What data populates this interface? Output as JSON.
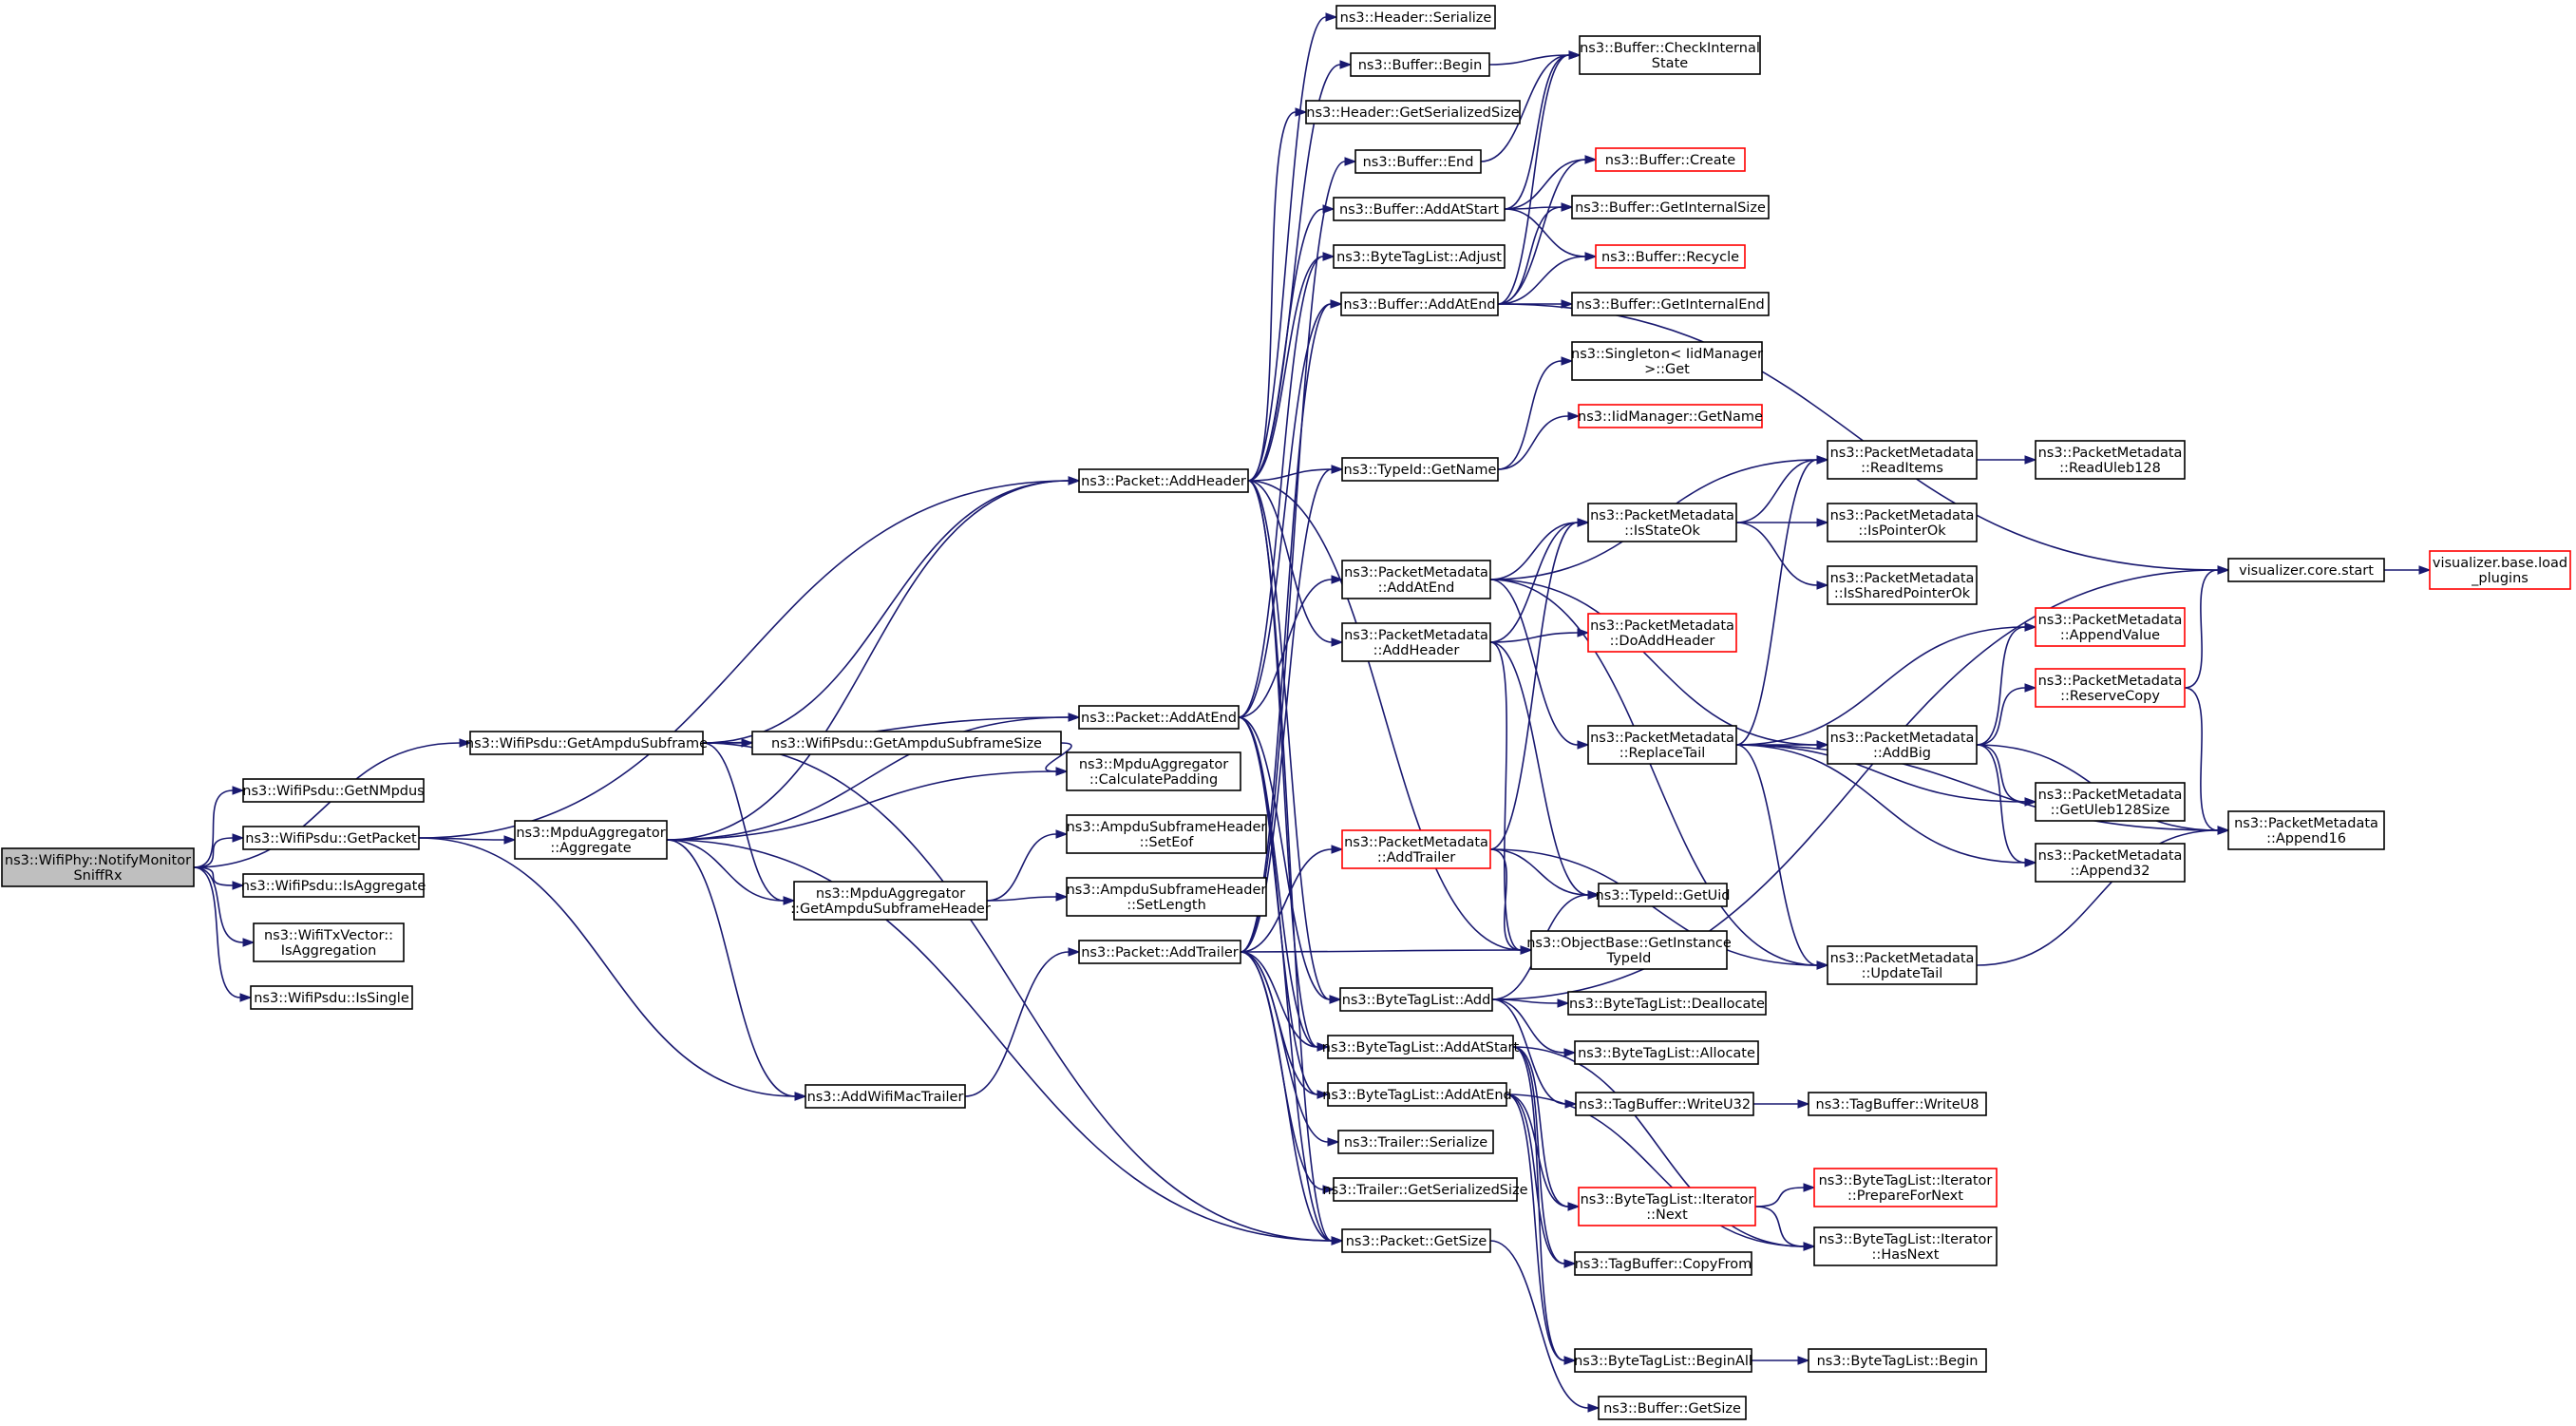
{
  "nodes": [
    {
      "id": "root",
      "lines": [
        "ns3::WifiPhy::NotifyMonitor",
        "SniffRx"
      ],
      "style": "root"
    },
    {
      "id": "getAmpduSubframe",
      "lines": [
        "ns3::WifiPsdu::GetAmpduSubframe"
      ],
      "style": "normal"
    },
    {
      "id": "getNMpdus",
      "lines": [
        "ns3::WifiPsdu::GetNMpdus"
      ],
      "style": "normal"
    },
    {
      "id": "getPacket",
      "lines": [
        "ns3::WifiPsdu::GetPacket"
      ],
      "style": "normal"
    },
    {
      "id": "isAggregate",
      "lines": [
        "ns3::WifiPsdu::IsAggregate"
      ],
      "style": "normal"
    },
    {
      "id": "txIsAggregation",
      "lines": [
        "ns3::WifiTxVector::",
        "IsAggregation"
      ],
      "style": "normal"
    },
    {
      "id": "isSingle",
      "lines": [
        "ns3::WifiPsdu::IsSingle"
      ],
      "style": "normal"
    },
    {
      "id": "getAmpduSubframeSize",
      "lines": [
        "ns3::WifiPsdu::GetAmpduSubframeSize"
      ],
      "style": "normal"
    },
    {
      "id": "mpduAggregate",
      "lines": [
        "ns3::MpduAggregator",
        "::Aggregate"
      ],
      "style": "normal"
    },
    {
      "id": "addWifiMacTrailer",
      "lines": [
        "ns3::AddWifiMacTrailer"
      ],
      "style": "normal"
    },
    {
      "id": "packetAddHeader",
      "lines": [
        "ns3::Packet::AddHeader"
      ],
      "style": "normal"
    },
    {
      "id": "packetAddAtEnd",
      "lines": [
        "ns3::Packet::AddAtEnd"
      ],
      "style": "normal"
    },
    {
      "id": "calcPadding",
      "lines": [
        "ns3::MpduAggregator",
        "::CalculatePadding"
      ],
      "style": "normal"
    },
    {
      "id": "getAmpduSubframeHeader",
      "lines": [
        "ns3::MpduAggregator",
        "::GetAmpduSubframeHeader"
      ],
      "style": "normal"
    },
    {
      "id": "setEof",
      "lines": [
        "ns3::AmpduSubframeHeader",
        "::SetEof"
      ],
      "style": "normal"
    },
    {
      "id": "setLength",
      "lines": [
        "ns3::AmpduSubframeHeader",
        "::SetLength"
      ],
      "style": "normal"
    },
    {
      "id": "packetAddTrailer",
      "lines": [
        "ns3::Packet::AddTrailer"
      ],
      "style": "normal"
    },
    {
      "id": "headerSerialize",
      "lines": [
        "ns3::Header::Serialize"
      ],
      "style": "normal"
    },
    {
      "id": "bufferBegin",
      "lines": [
        "ns3::Buffer::Begin"
      ],
      "style": "normal"
    },
    {
      "id": "headerGetSerializedSize",
      "lines": [
        "ns3::Header::GetSerializedSize"
      ],
      "style": "normal"
    },
    {
      "id": "bufferEnd",
      "lines": [
        "ns3::Buffer::End"
      ],
      "style": "normal"
    },
    {
      "id": "bufferAddAtStart",
      "lines": [
        "ns3::Buffer::AddAtStart"
      ],
      "style": "normal"
    },
    {
      "id": "byteTagListAdjust",
      "lines": [
        "ns3::ByteTagList::Adjust"
      ],
      "style": "normal"
    },
    {
      "id": "bufferAddAtEnd",
      "lines": [
        "ns3::Buffer::AddAtEnd"
      ],
      "style": "normal"
    },
    {
      "id": "typeIdGetName",
      "lines": [
        "ns3::TypeId::GetName"
      ],
      "style": "normal"
    },
    {
      "id": "pmAddAtEnd",
      "lines": [
        "ns3::PacketMetadata",
        "::AddAtEnd"
      ],
      "style": "normal"
    },
    {
      "id": "pmAddHeader",
      "lines": [
        "ns3::PacketMetadata",
        "::AddHeader"
      ],
      "style": "normal"
    },
    {
      "id": "pmAddTrailer",
      "lines": [
        "ns3::PacketMetadata",
        "::AddTrailer"
      ],
      "style": "red"
    },
    {
      "id": "byteTagListAdd",
      "lines": [
        "ns3::ByteTagList::Add"
      ],
      "style": "normal"
    },
    {
      "id": "byteTagListAddAtStart",
      "lines": [
        "ns3::ByteTagList::AddAtStart"
      ],
      "style": "normal"
    },
    {
      "id": "byteTagListAddAtEnd",
      "lines": [
        "ns3::ByteTagList::AddAtEnd"
      ],
      "style": "normal"
    },
    {
      "id": "trailerSerialize",
      "lines": [
        "ns3::Trailer::Serialize"
      ],
      "style": "normal"
    },
    {
      "id": "trailerGetSerializedSize",
      "lines": [
        "ns3::Trailer::GetSerializedSize"
      ],
      "style": "normal"
    },
    {
      "id": "packetGetSize",
      "lines": [
        "ns3::Packet::GetSize"
      ],
      "style": "normal"
    },
    {
      "id": "bufferCheckInternalState",
      "lines": [
        "ns3::Buffer::CheckInternal",
        "State"
      ],
      "style": "normal"
    },
    {
      "id": "bufferCreate",
      "lines": [
        "ns3::Buffer::Create"
      ],
      "style": "red"
    },
    {
      "id": "bufferGetInternalSize",
      "lines": [
        "ns3::Buffer::GetInternalSize"
      ],
      "style": "normal"
    },
    {
      "id": "bufferRecycle",
      "lines": [
        "ns3::Buffer::Recycle"
      ],
      "style": "red"
    },
    {
      "id": "bufferGetInternalEnd",
      "lines": [
        "ns3::Buffer::GetInternalEnd"
      ],
      "style": "normal"
    },
    {
      "id": "singletonGet",
      "lines": [
        "ns3::Singleton< IidManager",
        ">::Get"
      ],
      "style": "normal"
    },
    {
      "id": "iidGetName",
      "lines": [
        "ns3::IidManager::GetName"
      ],
      "style": "red"
    },
    {
      "id": "pmIsStateOk",
      "lines": [
        "ns3::PacketMetadata",
        "::IsStateOk"
      ],
      "style": "normal"
    },
    {
      "id": "pmDoAddHeader",
      "lines": [
        "ns3::PacketMetadata",
        "::DoAddHeader"
      ],
      "style": "red"
    },
    {
      "id": "pmReplaceTail",
      "lines": [
        "ns3::PacketMetadata",
        "::ReplaceTail"
      ],
      "style": "normal"
    },
    {
      "id": "typeIdGetUid",
      "lines": [
        "ns3::TypeId::GetUid"
      ],
      "style": "normal"
    },
    {
      "id": "objGetInstanceTypeId",
      "lines": [
        "ns3::ObjectBase::GetInstance",
        "TypeId"
      ],
      "style": "normal"
    },
    {
      "id": "btlDeallocate",
      "lines": [
        "ns3::ByteTagList::Deallocate"
      ],
      "style": "normal"
    },
    {
      "id": "btlAllocate",
      "lines": [
        "ns3::ByteTagList::Allocate"
      ],
      "style": "normal"
    },
    {
      "id": "tbWriteU32",
      "lines": [
        "ns3::TagBuffer::WriteU32"
      ],
      "style": "normal"
    },
    {
      "id": "btlIterNext",
      "lines": [
        "ns3::ByteTagList::Iterator",
        "::Next"
      ],
      "style": "red"
    },
    {
      "id": "tbCopyFrom",
      "lines": [
        "ns3::TagBuffer::CopyFrom"
      ],
      "style": "normal"
    },
    {
      "id": "btlBeginAll",
      "lines": [
        "ns3::ByteTagList::BeginAll"
      ],
      "style": "normal"
    },
    {
      "id": "bufferGetSize",
      "lines": [
        "ns3::Buffer::GetSize"
      ],
      "style": "normal"
    },
    {
      "id": "pmReadItems",
      "lines": [
        "ns3::PacketMetadata",
        "::ReadItems"
      ],
      "style": "normal"
    },
    {
      "id": "pmIsPointerOk",
      "lines": [
        "ns3::PacketMetadata",
        "::IsPointerOk"
      ],
      "style": "normal"
    },
    {
      "id": "pmIsSharedPointerOk",
      "lines": [
        "ns3::PacketMetadata",
        "::IsSharedPointerOk"
      ],
      "style": "normal"
    },
    {
      "id": "pmAddBig",
      "lines": [
        "ns3::PacketMetadata",
        "::AddBig"
      ],
      "style": "normal"
    },
    {
      "id": "pmUpdateTail",
      "lines": [
        "ns3::PacketMetadata",
        "::UpdateTail"
      ],
      "style": "normal"
    },
    {
      "id": "tbWriteU8",
      "lines": [
        "ns3::TagBuffer::WriteU8"
      ],
      "style": "normal"
    },
    {
      "id": "btlIterPrepareForNext",
      "lines": [
        "ns3::ByteTagList::Iterator",
        "::PrepareForNext"
      ],
      "style": "red"
    },
    {
      "id": "btlIterHasNext",
      "lines": [
        "ns3::ByteTagList::Iterator",
        "::HasNext"
      ],
      "style": "normal"
    },
    {
      "id": "btlBegin",
      "lines": [
        "ns3::ByteTagList::Begin"
      ],
      "style": "normal"
    },
    {
      "id": "pmReadUleb128",
      "lines": [
        "ns3::PacketMetadata",
        "::ReadUleb128"
      ],
      "style": "normal"
    },
    {
      "id": "pmAppendValue",
      "lines": [
        "ns3::PacketMetadata",
        "::AppendValue"
      ],
      "style": "red"
    },
    {
      "id": "pmReserveCopy",
      "lines": [
        "ns3::PacketMetadata",
        "::ReserveCopy"
      ],
      "style": "red"
    },
    {
      "id": "pmGetUleb128Size",
      "lines": [
        "ns3::PacketMetadata",
        "::GetUleb128Size"
      ],
      "style": "normal"
    },
    {
      "id": "pmAppend32",
      "lines": [
        "ns3::PacketMetadata",
        "::Append32"
      ],
      "style": "normal"
    },
    {
      "id": "visCoreStart",
      "lines": [
        "visualizer.core.start"
      ],
      "style": "normal"
    },
    {
      "id": "pmAppend16",
      "lines": [
        "ns3::PacketMetadata",
        "::Append16"
      ],
      "style": "normal"
    },
    {
      "id": "visLoadPlugins",
      "lines": [
        "visualizer.base.load",
        "_plugins"
      ],
      "style": "red"
    }
  ],
  "edges": [
    [
      "root",
      "getAmpduSubframe"
    ],
    [
      "root",
      "getNMpdus"
    ],
    [
      "root",
      "getPacket"
    ],
    [
      "root",
      "isAggregate"
    ],
    [
      "root",
      "txIsAggregation"
    ],
    [
      "root",
      "isSingle"
    ],
    [
      "getAmpduSubframe",
      "getAmpduSubframeSize"
    ],
    [
      "getAmpduSubframe",
      "packetAddHeader"
    ],
    [
      "getAmpduSubframe",
      "packetAddAtEnd"
    ],
    [
      "getAmpduSubframe",
      "getAmpduSubframeHeader"
    ],
    [
      "getAmpduSubframe",
      "packetGetSize"
    ],
    [
      "getAmpduSubframeSize",
      "calcPadding"
    ],
    [
      "getPacket",
      "mpduAggregate"
    ],
    [
      "getPacket",
      "addWifiMacTrailer"
    ],
    [
      "getPacket",
      "packetAddHeader"
    ],
    [
      "mpduAggregate",
      "packetAddHeader"
    ],
    [
      "mpduAggregate",
      "packetAddAtEnd"
    ],
    [
      "mpduAggregate",
      "calcPadding"
    ],
    [
      "mpduAggregate",
      "getAmpduSubframeHeader"
    ],
    [
      "mpduAggregate",
      "addWifiMacTrailer"
    ],
    [
      "mpduAggregate",
      "packetGetSize"
    ],
    [
      "getAmpduSubframeHeader",
      "setEof"
    ],
    [
      "getAmpduSubframeHeader",
      "setLength"
    ],
    [
      "addWifiMacTrailer",
      "packetAddTrailer"
    ],
    [
      "packetAddHeader",
      "headerSerialize"
    ],
    [
      "packetAddHeader",
      "bufferBegin"
    ],
    [
      "packetAddHeader",
      "headerGetSerializedSize"
    ],
    [
      "packetAddHeader",
      "bufferAddAtStart"
    ],
    [
      "packetAddHeader",
      "byteTagListAdjust"
    ],
    [
      "packetAddHeader",
      "typeIdGetName"
    ],
    [
      "packetAddHeader",
      "pmAddHeader"
    ],
    [
      "packetAddHeader",
      "byteTagListAddAtStart"
    ],
    [
      "packetAddHeader",
      "packetGetSize"
    ],
    [
      "packetAddHeader",
      "objGetInstanceTypeId"
    ],
    [
      "packetAddHeader",
      "byteTagListAdd"
    ],
    [
      "packetAddAtEnd",
      "bufferAddAtEnd"
    ],
    [
      "packetAddAtEnd",
      "byteTagListAdjust"
    ],
    [
      "packetAddAtEnd",
      "pmAddAtEnd"
    ],
    [
      "packetAddAtEnd",
      "byteTagListAddAtStart"
    ],
    [
      "packetAddAtEnd",
      "byteTagListAddAtEnd"
    ],
    [
      "packetAddAtEnd",
      "packetGetSize"
    ],
    [
      "packetAddAtEnd",
      "byteTagListAdd"
    ],
    [
      "packetAddTrailer",
      "bufferEnd"
    ],
    [
      "packetAddTrailer",
      "bufferAddAtEnd"
    ],
    [
      "packetAddTrailer",
      "typeIdGetName"
    ],
    [
      "packetAddTrailer",
      "pmAddTrailer"
    ],
    [
      "packetAddTrailer",
      "byteTagListAddAtEnd"
    ],
    [
      "packetAddTrailer",
      "trailerSerialize"
    ],
    [
      "packetAddTrailer",
      "trailerGetSerializedSize"
    ],
    [
      "packetAddTrailer",
      "packetGetSize"
    ],
    [
      "packetAddTrailer",
      "objGetInstanceTypeId"
    ],
    [
      "packetAddTrailer",
      "byteTagListAddAtStart"
    ],
    [
      "bufferBegin",
      "bufferCheckInternalState"
    ],
    [
      "bufferEnd",
      "bufferCheckInternalState"
    ],
    [
      "bufferAddAtStart",
      "bufferCheckInternalState"
    ],
    [
      "bufferAddAtStart",
      "bufferCreate"
    ],
    [
      "bufferAddAtStart",
      "bufferGetInternalSize"
    ],
    [
      "bufferAddAtStart",
      "bufferRecycle"
    ],
    [
      "bufferAddAtEnd",
      "bufferCheckInternalState"
    ],
    [
      "bufferAddAtEnd",
      "bufferCreate"
    ],
    [
      "bufferAddAtEnd",
      "bufferGetInternalSize"
    ],
    [
      "bufferAddAtEnd",
      "bufferRecycle"
    ],
    [
      "bufferAddAtEnd",
      "bufferGetInternalEnd"
    ],
    [
      "bufferAddAtEnd",
      "visCoreStart"
    ],
    [
      "typeIdGetName",
      "singletonGet"
    ],
    [
      "typeIdGetName",
      "iidGetName"
    ],
    [
      "pmAddAtEnd",
      "pmIsStateOk"
    ],
    [
      "pmAddAtEnd",
      "pmReadItems"
    ],
    [
      "pmAddAtEnd",
      "pmReplaceTail"
    ],
    [
      "pmAddAtEnd",
      "pmAddBig"
    ],
    [
      "pmAddAtEnd",
      "pmUpdateTail"
    ],
    [
      "pmAddHeader",
      "pmIsStateOk"
    ],
    [
      "pmAddHeader",
      "pmDoAddHeader"
    ],
    [
      "pmAddHeader",
      "typeIdGetUid"
    ],
    [
      "pmAddHeader",
      "objGetInstanceTypeId"
    ],
    [
      "pmAddTrailer",
      "pmIsStateOk"
    ],
    [
      "pmAddTrailer",
      "typeIdGetUid"
    ],
    [
      "pmAddTrailer",
      "objGetInstanceTypeId"
    ],
    [
      "pmAddTrailer",
      "pmUpdateTail"
    ],
    [
      "byteTagListAdd",
      "btlDeallocate"
    ],
    [
      "byteTagListAdd",
      "btlAllocate"
    ],
    [
      "byteTagListAdd",
      "tbWriteU32"
    ],
    [
      "byteTagListAdd",
      "typeIdGetUid"
    ],
    [
      "byteTagListAdd",
      "visCoreStart"
    ],
    [
      "byteTagListAddAtStart",
      "btlIterNext"
    ],
    [
      "byteTagListAddAtStart",
      "tbCopyFrom"
    ],
    [
      "byteTagListAddAtStart",
      "btlBeginAll"
    ],
    [
      "byteTagListAddAtStart",
      "btlIterHasNext"
    ],
    [
      "byteTagListAddAtEnd",
      "btlIterNext"
    ],
    [
      "byteTagListAddAtEnd",
      "tbCopyFrom"
    ],
    [
      "byteTagListAddAtEnd",
      "btlBeginAll"
    ],
    [
      "byteTagListAddAtEnd",
      "btlIterHasNext"
    ],
    [
      "packetGetSize",
      "bufferGetSize"
    ],
    [
      "tbWriteU32",
      "tbWriteU8"
    ],
    [
      "btlIterNext",
      "btlIterPrepareForNext"
    ],
    [
      "btlIterNext",
      "btlIterHasNext"
    ],
    [
      "btlBeginAll",
      "btlBegin"
    ],
    [
      "pmIsStateOk",
      "pmReadItems"
    ],
    [
      "pmIsStateOk",
      "pmIsPointerOk"
    ],
    [
      "pmIsStateOk",
      "pmIsSharedPointerOk"
    ],
    [
      "pmReadItems",
      "pmReadUleb128"
    ],
    [
      "pmReplaceTail",
      "pmReadItems"
    ],
    [
      "pmReplaceTail",
      "pmAddBig"
    ],
    [
      "pmReplaceTail",
      "pmAppendValue"
    ],
    [
      "pmReplaceTail",
      "pmGetUleb128Size"
    ],
    [
      "pmReplaceTail",
      "pmAppend32"
    ],
    [
      "pmReplaceTail",
      "pmAppend16"
    ],
    [
      "pmReplaceTail",
      "pmUpdateTail"
    ],
    [
      "pmAddBig",
      "pmAppendValue"
    ],
    [
      "pmAddBig",
      "pmReserveCopy"
    ],
    [
      "pmAddBig",
      "pmGetUleb128Size"
    ],
    [
      "pmAddBig",
      "pmAppend32"
    ],
    [
      "pmAddBig",
      "pmAppend16"
    ],
    [
      "pmReserveCopy",
      "visCoreStart"
    ],
    [
      "pmReserveCopy",
      "pmAppend16"
    ],
    [
      "pmUpdateTail",
      "pmAppend16"
    ],
    [
      "visCoreStart",
      "visLoadPlugins"
    ]
  ]
}
